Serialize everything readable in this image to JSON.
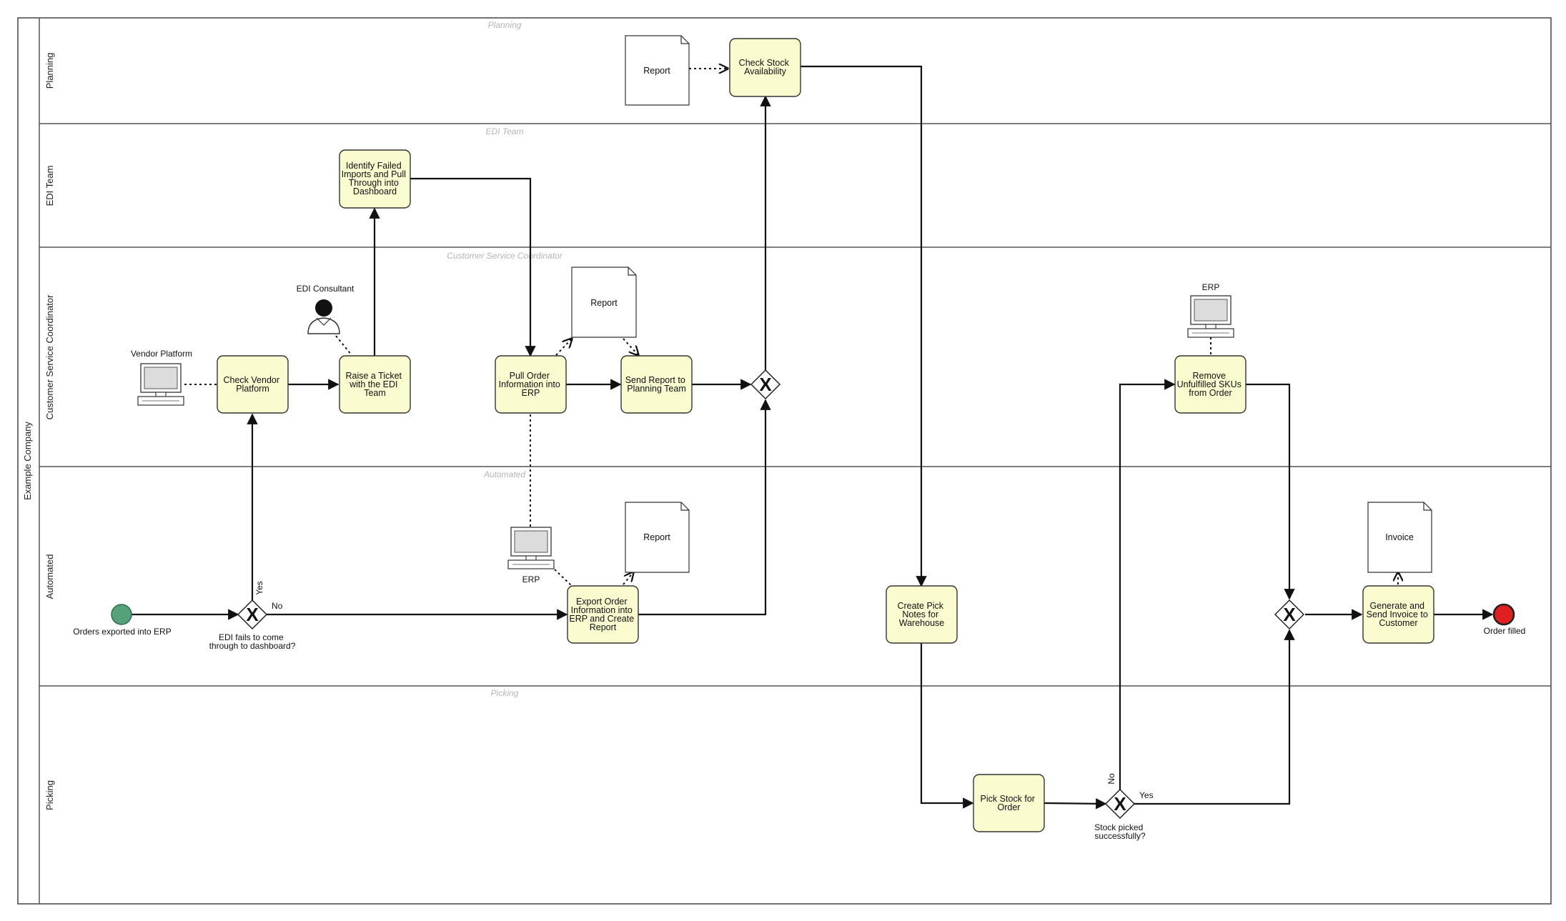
{
  "pool": {
    "name": "Example Company"
  },
  "lanes": {
    "planning": {
      "label": "Planning",
      "watermark": "Planning"
    },
    "edi": {
      "label": "EDI Team",
      "watermark": "EDI Team"
    },
    "csc": {
      "label": "Customer Service Coordinator",
      "watermark": "Customer Service Coordinator"
    },
    "automated": {
      "label": "Automated",
      "watermark": "Automated"
    },
    "picking": {
      "label": "Picking",
      "watermark": "Picking"
    }
  },
  "events": {
    "start": {
      "label": "Orders exported into ERP"
    },
    "end": {
      "label": "Order filled"
    }
  },
  "tasks": {
    "check_stock": [
      "Check Stock",
      "Availability"
    ],
    "identify_failed": [
      "Identify Failed",
      "Imports and Pull",
      "Through into",
      "Dashboard"
    ],
    "check_vendor": [
      "Check Vendor",
      "Platform"
    ],
    "raise_ticket": [
      "Raise a Ticket",
      "with the EDI",
      "Team"
    ],
    "pull_order": [
      "Pull Order",
      "Information into",
      "ERP"
    ],
    "send_report": [
      "Send Report to",
      "Planning Team"
    ],
    "remove_skus": [
      "Remove",
      "Unfulfilled SKUs",
      "from Order"
    ],
    "export_order": [
      "Export Order",
      "Information into",
      "ERP and Create",
      "Report"
    ],
    "create_pick": [
      "Create Pick",
      "Notes for",
      "Warehouse"
    ],
    "generate_invoice": [
      "Generate and",
      "Send Invoice to",
      "Customer"
    ],
    "pick_stock": [
      "Pick Stock for",
      "Order"
    ]
  },
  "documents": {
    "report_planning": "Report",
    "report_csc": "Report",
    "report_automated": "Report",
    "invoice": "Invoice"
  },
  "systems": {
    "vendor_platform": "Vendor Platform",
    "edi_consultant": "EDI Consultant",
    "erp_csc": "ERP",
    "erp_automated": "ERP"
  },
  "gateways": {
    "edi_fails": {
      "question": [
        "EDI fails to come",
        "through to dashboard?"
      ],
      "yes": "Yes",
      "no": "No"
    },
    "stock_picked": {
      "question": [
        "Stock picked",
        "successfully?"
      ],
      "yes": "Yes",
      "no": "No"
    }
  },
  "gateway_symbol": "X"
}
